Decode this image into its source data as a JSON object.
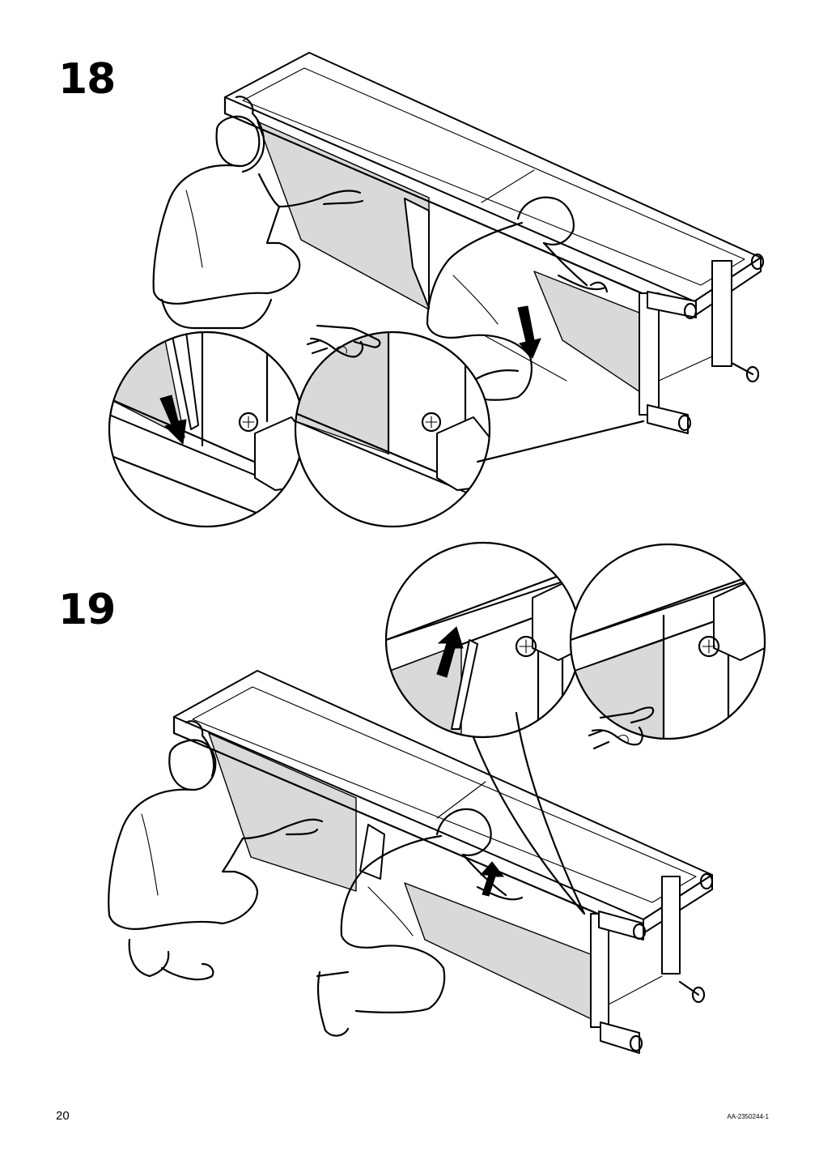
{
  "steps": [
    {
      "number": "18"
    },
    {
      "number": "19"
    }
  ],
  "footer": {
    "page_number": "20",
    "document_code": "AA-2350244-1"
  },
  "icons": {
    "pointing_hand": "pointing-hand-icon",
    "arrow_down": "arrow-down-icon",
    "arrow_up": "arrow-up-icon"
  }
}
